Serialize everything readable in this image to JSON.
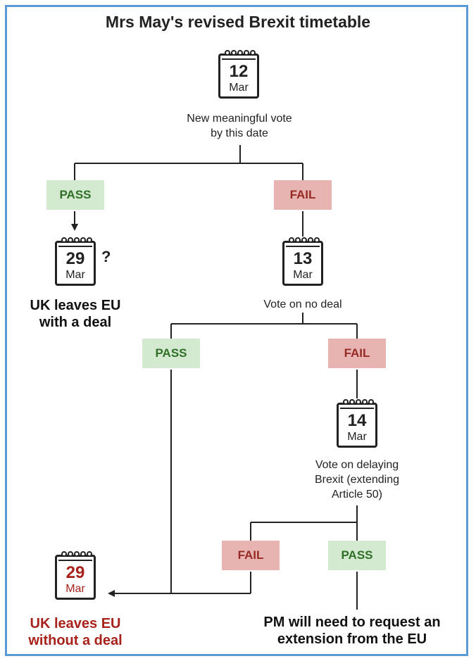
{
  "title": "Mrs May's revised Brexit timetable",
  "colors": {
    "border": "#5b9bd5",
    "pass_bg": "#d3ead1",
    "pass_text": "#2f6f27",
    "fail_bg": "#e7b4b1",
    "fail_text": "#962a24",
    "no_deal_text": "#a8221c"
  },
  "step1": {
    "day": "12",
    "month": "Mar",
    "caption_line1": "New meaningful vote",
    "caption_line2": "by this date"
  },
  "step1_pass": {
    "label": "PASS"
  },
  "step1_fail": {
    "label": "FAIL"
  },
  "deal_outcome": {
    "day": "29",
    "month": "Mar",
    "question": "?",
    "line1": "UK leaves EU",
    "line2": "with a deal"
  },
  "step2": {
    "day": "13",
    "month": "Mar",
    "caption": "Vote on no deal"
  },
  "step2_pass": {
    "label": "PASS"
  },
  "step2_fail": {
    "label": "FAIL"
  },
  "step3": {
    "day": "14",
    "month": "Mar",
    "caption_line1": "Vote on delaying",
    "caption_line2": "Brexit (extending",
    "caption_line3": "Article 50)"
  },
  "step3_fail": {
    "label": "FAIL"
  },
  "step3_pass": {
    "label": "PASS"
  },
  "no_deal_outcome": {
    "day": "29",
    "month": "Mar",
    "line1": "UK leaves EU",
    "line2": "without a deal"
  },
  "extension_outcome": {
    "line1": "PM will need to request an",
    "line2": "extension from the EU"
  }
}
